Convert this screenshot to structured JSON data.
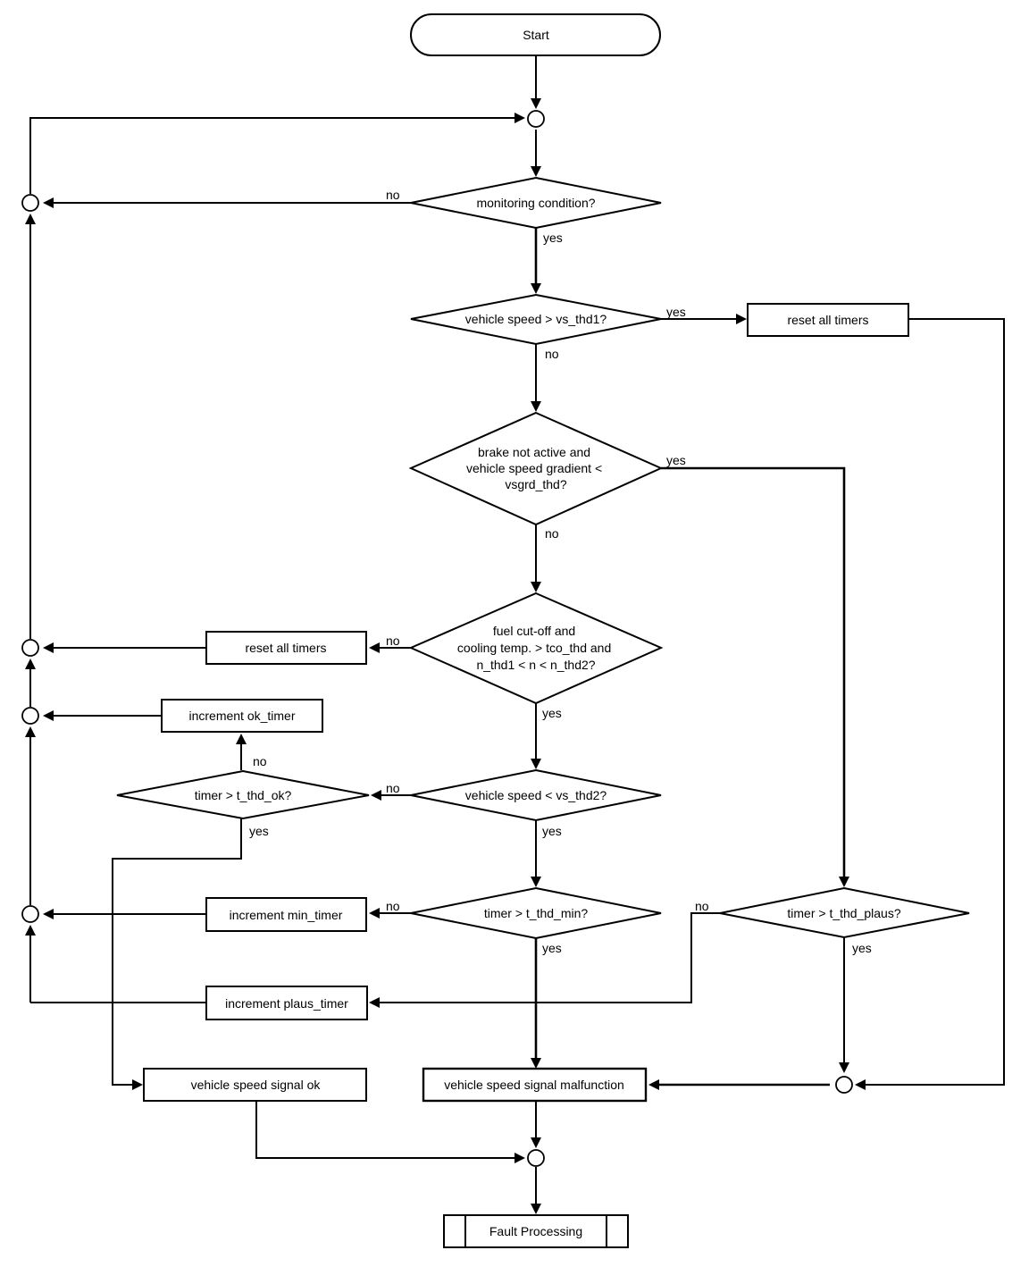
{
  "nodes": {
    "start": "Start",
    "monitoring": [
      "monitoring condition?"
    ],
    "vs_thd1": [
      "vehicle speed > vs_thd1?"
    ],
    "reset_top": "reset all timers",
    "brake": [
      "brake not active and",
      "vehicle speed gradient <",
      "vsgrd_thd?"
    ],
    "fuel": [
      "fuel cut-off and",
      "cooling temp. > tco_thd and",
      "n_thd1 < n < n_thd2?"
    ],
    "reset_left": "reset all timers",
    "inc_ok": "increment ok_timer",
    "t_ok": [
      "timer > t_thd_ok?"
    ],
    "vs_thd2": [
      "vehicle speed < vs_thd2?"
    ],
    "inc_min": "increment min_timer",
    "t_min": [
      "timer > t_thd_min?"
    ],
    "t_plaus": [
      "timer > t_thd_plaus?"
    ],
    "inc_plaus": "increment plaus_timer",
    "vs_ok": "vehicle speed signal ok",
    "vs_malf": "vehicle speed signal malfunction",
    "fault": "Fault Processing"
  },
  "labels": {
    "no": "no",
    "yes": "yes"
  }
}
